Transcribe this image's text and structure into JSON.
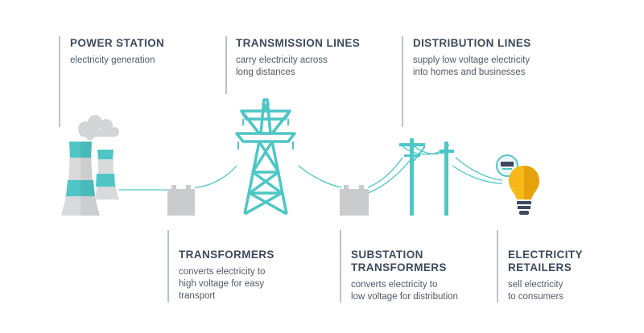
{
  "colors": {
    "accent": "#4ec6c6",
    "accent_dark": "#2fb3b3",
    "grey": "#c9cbcd",
    "text": "#3c4a5b",
    "bulb": "#f7b917",
    "divider": "#7a8591"
  },
  "labels": {
    "power_station": {
      "title": "POWER STATION",
      "desc": "electricity generation"
    },
    "transmission_lines": {
      "title": "TRANSMISSION LINES",
      "desc": "carry electricity across\nlong distances"
    },
    "distribution_lines": {
      "title": "DISTRIBUTION LINES",
      "desc": "supply low voltage electricity\ninto homes and businesses"
    },
    "transformers": {
      "title": "TRANSFORMERS",
      "desc": "converts electricity to\nhigh voltage for easy\ntransport"
    },
    "substation_transformers": {
      "title": "SUBSTATION\nTRANSFORMERS",
      "desc": "converts electricity to\nlow voltage for distribution"
    },
    "electricity_retailers": {
      "title": "ELECTRICITY\nRETAILERS",
      "desc": "sell electricity\nto consumers"
    }
  },
  "icons": [
    "power-station-icon",
    "transformer-icon",
    "transmission-tower-icon",
    "substation-transformer-icon",
    "utility-pole-icon",
    "electricity-meter-icon",
    "light-bulb-icon"
  ]
}
